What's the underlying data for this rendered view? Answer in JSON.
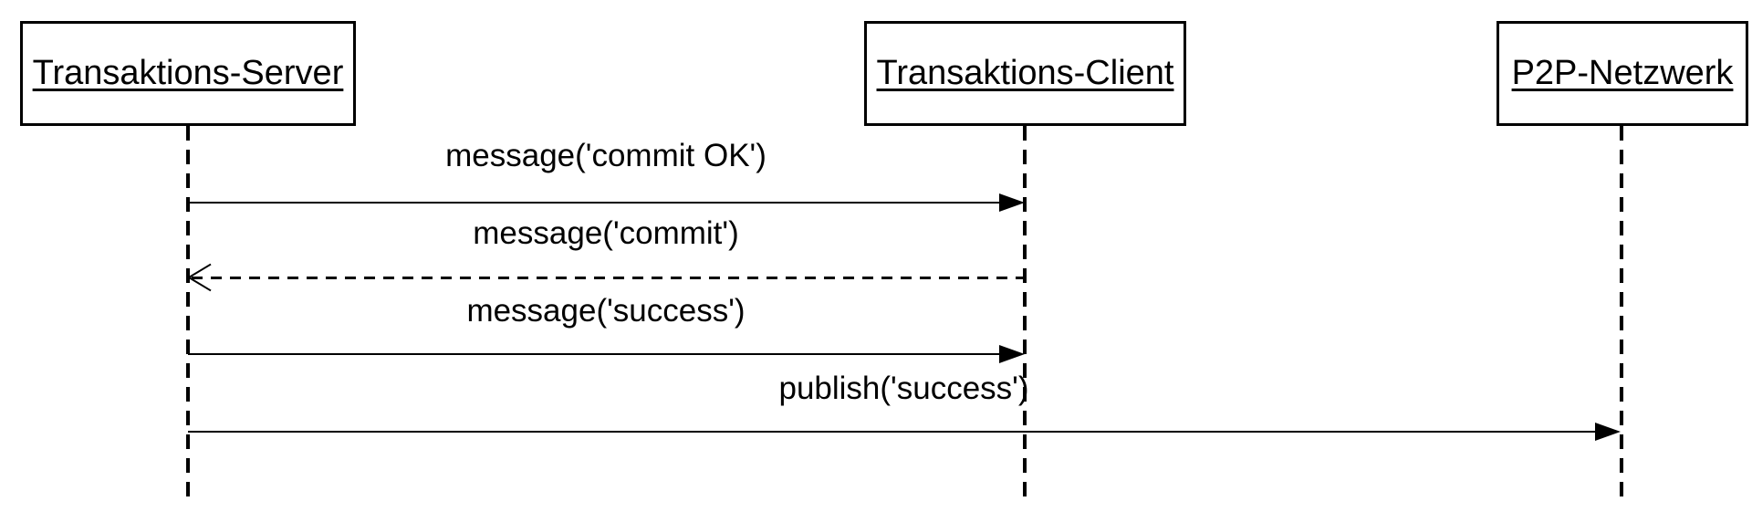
{
  "diagram": {
    "kind": "uml-sequence-diagram",
    "background_color": "#ffffff",
    "line_color": "#000000"
  },
  "actors": [
    {
      "name": "Transaktions-Server"
    },
    {
      "name": "Transaktions-Client"
    },
    {
      "name": "P2P-Netzwerk"
    }
  ],
  "messages": [
    {
      "label": "message('commit OK')",
      "from": "Transaktions-Server",
      "to": "Transaktions-Client",
      "line_style": "solid",
      "arrowhead": "filled"
    },
    {
      "label": "message('commit')",
      "from": "Transaktions-Client",
      "to": "Transaktions-Server",
      "line_style": "dashed",
      "arrowhead": "open"
    },
    {
      "label": "message('success')",
      "from": "Transaktions-Server",
      "to": "Transaktions-Client",
      "line_style": "solid",
      "arrowhead": "filled"
    },
    {
      "label": "publish('success')",
      "from": "Transaktions-Server",
      "to": "P2P-Netzwerk",
      "line_style": "solid",
      "arrowhead": "filled"
    }
  ]
}
